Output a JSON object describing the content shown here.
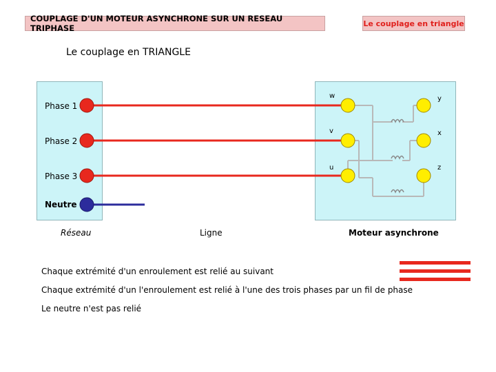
{
  "header": {
    "title": "COUPLAGE D'UN MOTEUR ASYNCHRONE SUR UN RESEAU TRIPHASE",
    "mode_label": "Le couplage en triangle"
  },
  "subtitle": "Le couplage en TRIANGLE",
  "network": {
    "phases": [
      "Phase 1",
      "Phase 2",
      "Phase 3"
    ],
    "neutral": "Neutre"
  },
  "motor_terminals": {
    "w": "w",
    "v": "v",
    "u": "u",
    "y": "y",
    "x": "x",
    "z": "z"
  },
  "captions": {
    "network": "Réseau",
    "line": "Ligne",
    "motor": "Moteur asynchrone"
  },
  "notes": [
    "Chaque extrémité d'un enroulement est relié au suivant",
    "Chaque extrémité d'un l'enroulement est relié à l'une des trois phases par un fil de phase",
    "Le neutre n'est pas relié"
  ],
  "colors": {
    "phase": "#e8281e",
    "neutral": "#2c2c9c",
    "terminal": "#ffee00",
    "winding": "#b8b8b8",
    "panel": "#ccf4f8",
    "header_bg": "#f3c4c4"
  }
}
